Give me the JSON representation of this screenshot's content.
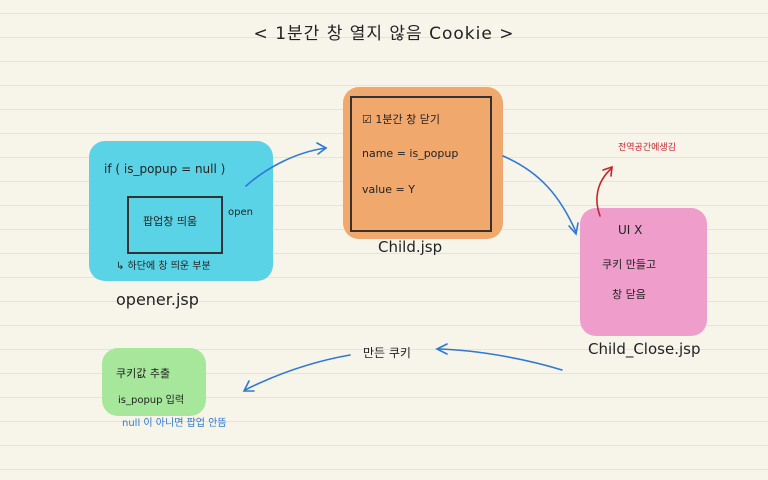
{
  "title": "< 1분간 창 열지 않음   Cookie >",
  "opener": {
    "condition": "if ( is_popup = null )",
    "popup_box": "팝업창 띄움",
    "side_note": "open",
    "sub_note": "↳ 하단에 창 띄운 부분",
    "file_label": "opener.jsp"
  },
  "child": {
    "checkbox_line": "☑ 1분간 창 닫기",
    "name_line": "name = is_popup",
    "value_line": "value = Y",
    "file_label": "Child.jsp"
  },
  "child_close": {
    "red_note": "전역공간에생김",
    "line1": "UI X",
    "line2": "쿠키 만들고",
    "line3": "창 닫음",
    "file_label": "Child_Close.jsp"
  },
  "made_cookie": "만든 쿠키",
  "green": {
    "line1": "쿠키값 추출",
    "line2": "is_popup 입력"
  },
  "blue_note": "null 이 아니면 팝업 안뜸",
  "colors": {
    "blue_box": "#5bd3e6",
    "orange_box": "#f0a86d",
    "pink_box": "#ef9dcb",
    "green_box": "#a7e79b",
    "arrow_blue": "#2f78d8",
    "arrow_red": "#c8262b"
  }
}
